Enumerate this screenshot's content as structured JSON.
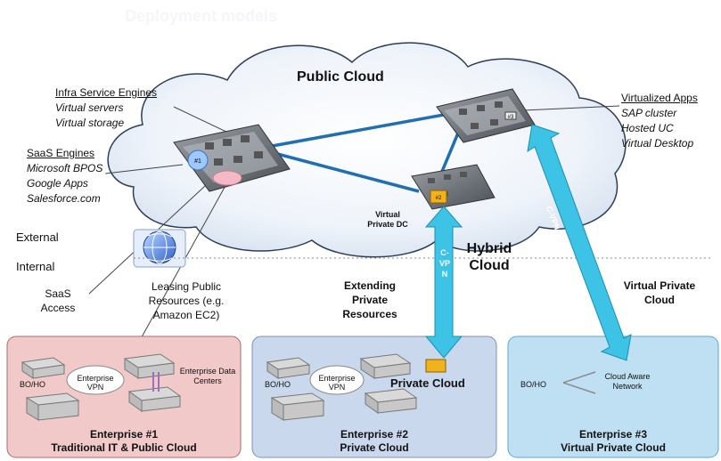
{
  "header": {
    "title": "Deployment models"
  },
  "cloud": {
    "label": "Public Cloud"
  },
  "infra": {
    "title": "Infra Service Engines",
    "lines": [
      "Virtual servers",
      "Virtual storage"
    ]
  },
  "saas": {
    "title": "SaaS Engines",
    "lines": [
      "Microsoft BPOS",
      "Google Apps",
      "Salesforce.com"
    ]
  },
  "virtualized": {
    "title": "Virtualized Apps",
    "lines": [
      "SAP cluster",
      "Hosted UC",
      "Virtual Desktop"
    ]
  },
  "vpdc": {
    "line1": "Virtual",
    "line2": "Private DC"
  },
  "server_badges": {
    "left": "#1",
    "center": "#2",
    "right": "#3"
  },
  "zones": {
    "external": "External",
    "internal": "Internal"
  },
  "hybrid": {
    "line1": "Hybrid",
    "line2": "Cloud"
  },
  "saas_access": {
    "line1": "SaaS",
    "line2": "Access"
  },
  "leasing": {
    "line1": "Leasing Public",
    "line2": "Resources (e.g.",
    "line3": "Amazon EC2)"
  },
  "extending": {
    "line1": "Extending",
    "line2": "Private",
    "line3": "Resources"
  },
  "vpc_label": {
    "line1": "Virtual Private",
    "line2": "Cloud"
  },
  "cvpn": {
    "arrow1": "C-VPN",
    "arrow2": "C-VPN"
  },
  "enterprise1": {
    "line1": "Enterprise #1",
    "line2": "Traditional IT & Public Cloud",
    "bo_ho": "BO/HO",
    "vpn": "Enterprise VPN",
    "dc": "Enterprise Data Centers",
    "fill": "#f2c9c9"
  },
  "enterprise2": {
    "line1": "Enterprise #2",
    "line2": "Private Cloud",
    "bo_ho": "BO/HO",
    "vpn": "Enterprise VPN",
    "private_cloud": "Private Cloud",
    "fill": "#c9d8ec"
  },
  "enterprise3": {
    "line1": "Enterprise #3",
    "line2": "Virtual Private Cloud",
    "bo_ho": "BO/HO",
    "network": "Cloud Aware Network",
    "fill": "#bfe0f3"
  },
  "colors": {
    "arrow": "#3cc3e6",
    "link": "#1f6fb2",
    "cloud": "#e6eef8"
  }
}
